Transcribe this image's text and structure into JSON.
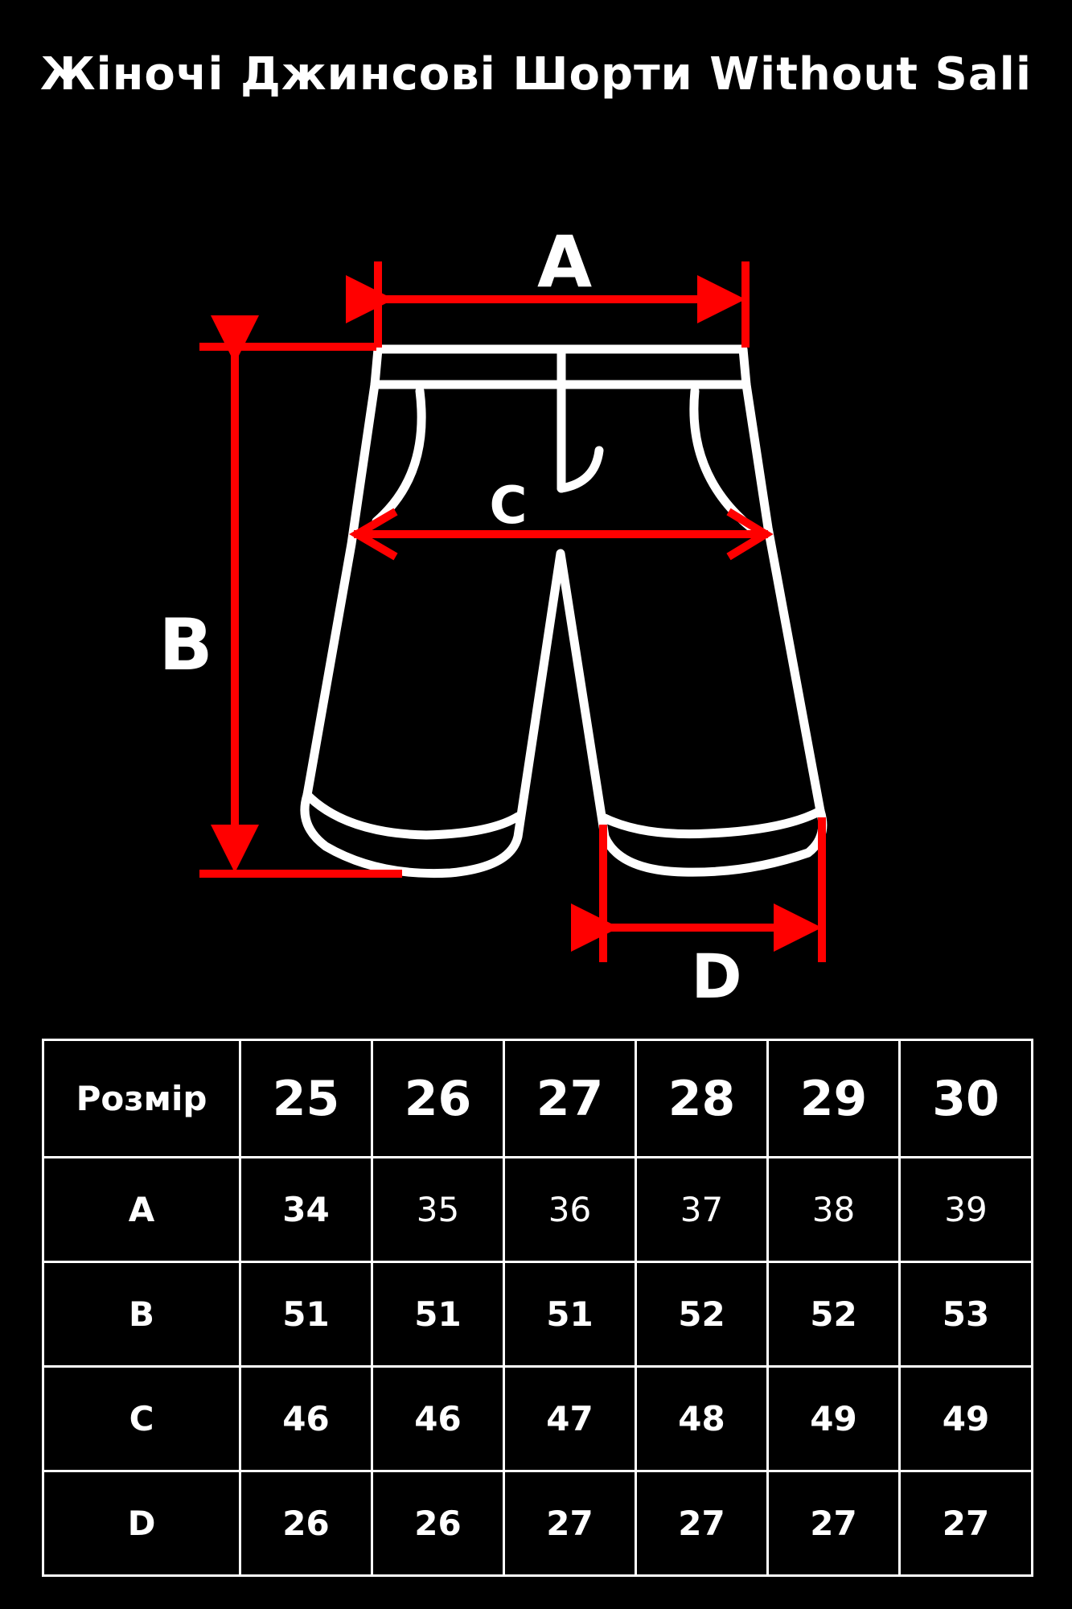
{
  "title": "Жіночі Джинсові Шорти Without Sali",
  "diagram": {
    "labels": {
      "a": "A",
      "b": "B",
      "c": "C",
      "d": "D"
    },
    "colors": {
      "outline": "#ffffff",
      "arrow": "#ff0000",
      "background": "#000000"
    }
  },
  "table": {
    "header_label": "Розмір",
    "sizes": [
      "25",
      "26",
      "27",
      "28",
      "29",
      "30"
    ],
    "rows": [
      {
        "label": "A",
        "values": [
          "34",
          "35",
          "36",
          "37",
          "38",
          "39"
        ]
      },
      {
        "label": "B",
        "values": [
          "51",
          "51",
          "51",
          "52",
          "52",
          "53"
        ]
      },
      {
        "label": "C",
        "values": [
          "46",
          "46",
          "47",
          "48",
          "49",
          "49"
        ]
      },
      {
        "label": "D",
        "values": [
          "26",
          "26",
          "27",
          "27",
          "27",
          "27"
        ]
      }
    ]
  }
}
